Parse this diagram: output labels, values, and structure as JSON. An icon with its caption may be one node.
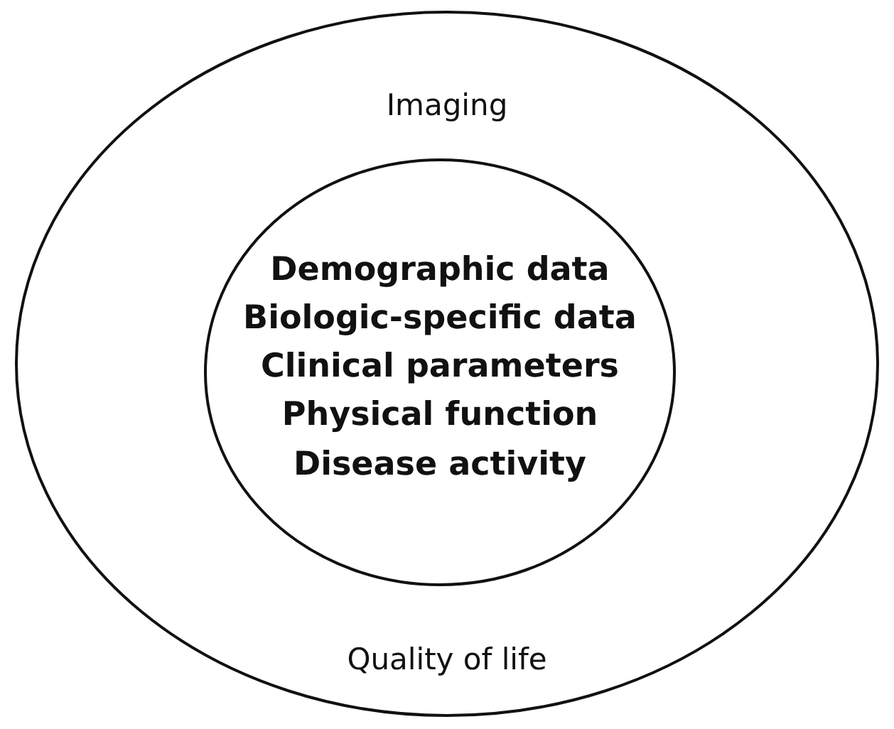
{
  "diagram": {
    "nodes": [
      {
        "text": [
          "Imaging",
          "Quality of life"
        ]
      },
      {
        "text": [
          "Demographic data",
          "Biologic-specific data",
          "Clinical parameters",
          "Physical function",
          "Disease activity"
        ],
        "in": 0
      }
    ]
  }
}
